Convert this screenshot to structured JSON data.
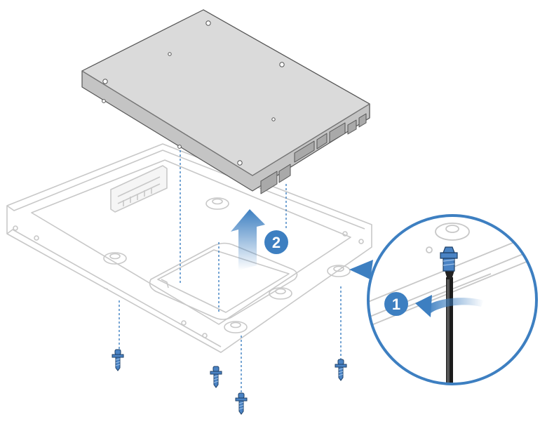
{
  "steps": [
    {
      "number": "1"
    },
    {
      "number": "2"
    }
  ],
  "colors": {
    "accent": "#3d7fc1",
    "drive_top": "#d9d9d9",
    "drive_side": "#c4c4c4",
    "bracket_line": "#c8c8c8",
    "screw": "#4a83c4"
  },
  "icons": {
    "drive": "hard-drive-2-5-inch",
    "bracket": "drive-bracket",
    "screw": "screw-icon",
    "screwdriver": "screwdriver-icon",
    "lift_arrow": "arrow-up-icon",
    "rotate_arrow": "counterclockwise-arrow-icon"
  }
}
